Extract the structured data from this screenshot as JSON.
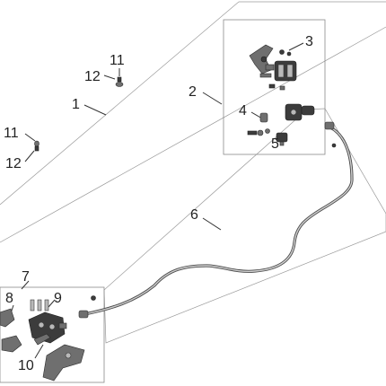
{
  "callouts": {
    "c1": "1",
    "c2": "2",
    "c3": "3",
    "c4": "4",
    "c5": "5",
    "c6": "6",
    "c7": "7",
    "c8": "8",
    "c9": "9",
    "c10": "10",
    "c11a": "11",
    "c12a": "12",
    "c11b": "11",
    "c12b": "12"
  },
  "colors": {
    "line": "#8a8a8a",
    "part": "#3c3c3c",
    "text": "#222222"
  }
}
